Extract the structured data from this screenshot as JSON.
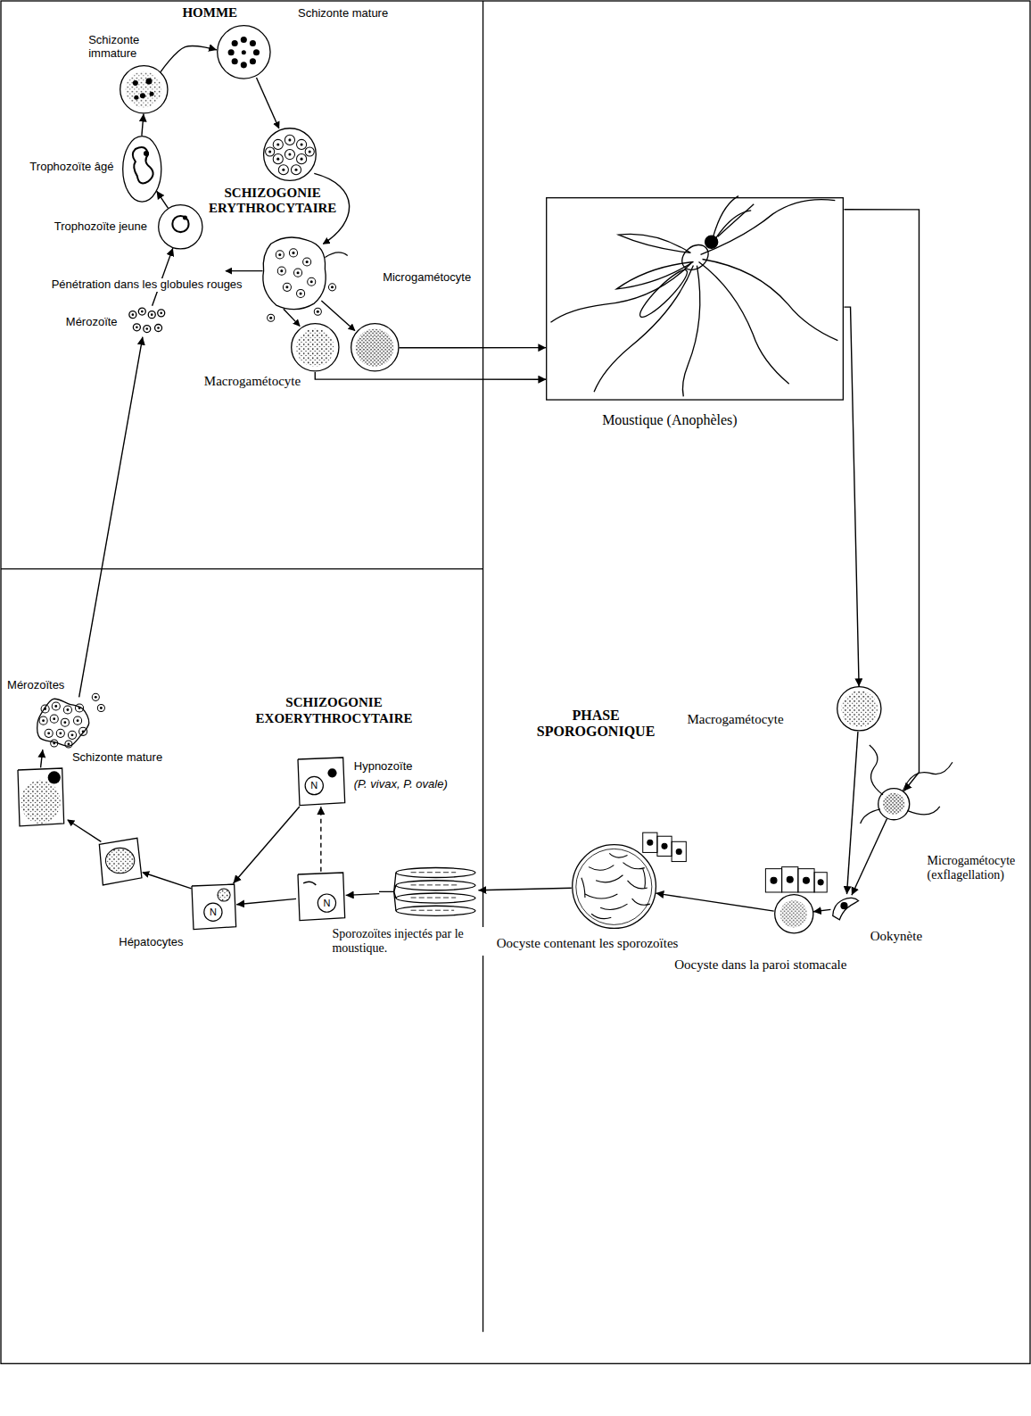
{
  "diagram": {
    "nodes": [
      {
        "text": [
          "Schizonte immature"
        ]
      },
      {
        "text": [
          "Schizonte mature"
        ]
      },
      {
        "text": [
          "Trophozoïte âgé"
        ]
      },
      {
        "text": [
          "Trophozoïte jeune"
        ]
      },
      {
        "text": [
          "Microgamétocyte"
        ]
      },
      {
        "text": [
          "Macrogamétocyte"
        ]
      },
      {
        "text": [
          "Moustique (Anophèles)"
        ]
      },
      {
        "text": [
          "Macrogamétocyte"
        ]
      },
      {
        "text": [
          "Microgamétocyte (exflagellation)"
        ]
      },
      {
        "text": [
          "Ookynète"
        ]
      },
      {
        "text": [
          "Oocyste dans la paroi stomacale"
        ]
      },
      {
        "text": [
          "Oocyste contenant les sporozoïtes"
        ]
      },
      {
        "text": [
          "Sporozoïtes injectés par le moustique."
        ]
      },
      {
        "text": [
          "N"
        ]
      },
      {
        "text": [
          "Hypnozoïte",
          "(P. vivax, P. ovale)",
          "N"
        ]
      },
      {
        "text": [
          "Hépatocytes",
          "N"
        ]
      },
      {
        "text": [
          "Schizonte mature"
        ]
      },
      {
        "text": [
          "Mérozoïtes"
        ]
      },
      {
        "text": [
          "Mérozoïte"
        ]
      }
    ],
    "edges": [
      {
        "from": 0,
        "to": 1,
        "arrow": "to"
      },
      {
        "from": 2,
        "to": 0,
        "arrow": "to"
      },
      {
        "from": 3,
        "to": 2,
        "arrow": "to"
      },
      {
        "from": 18,
        "to": 3,
        "arrow": "to"
      },
      {
        "from": 17,
        "to": 18,
        "arrow": "to"
      },
      {
        "from": 16,
        "to": 17,
        "arrow": "to"
      },
      {
        "from": 4,
        "to": 6,
        "arrow": "to"
      },
      {
        "from": 5,
        "to": 6,
        "arrow": "to"
      },
      {
        "from": 6,
        "to": 7,
        "arrow": "to"
      },
      {
        "from": 6,
        "to": 8,
        "arrow": "to"
      },
      {
        "from": 7,
        "to": 9,
        "arrow": "to"
      },
      {
        "from": 8,
        "to": 9,
        "arrow": "to"
      },
      {
        "from": 9,
        "to": 10,
        "arrow": "to"
      },
      {
        "from": 10,
        "to": 11,
        "arrow": "to"
      },
      {
        "from": 11,
        "to": 12,
        "arrow": "to"
      },
      {
        "from": 12,
        "to": 13,
        "arrow": "to"
      },
      {
        "from": 13,
        "to": 15,
        "arrow": "to"
      },
      {
        "from": 13,
        "to": 14,
        "arrow": "to"
      },
      {
        "from": 14,
        "to": 15,
        "arrow": "to"
      }
    ],
    "labels": [
      "HOMME",
      "SCHIZOGONIE ERYTHROCYTAIRE",
      "Pénétration dans les globules rouges",
      "SCHIZOGONIE EXOERYTHROCYTAIRE",
      "PHASE SPOROGONIQUE"
    ]
  }
}
